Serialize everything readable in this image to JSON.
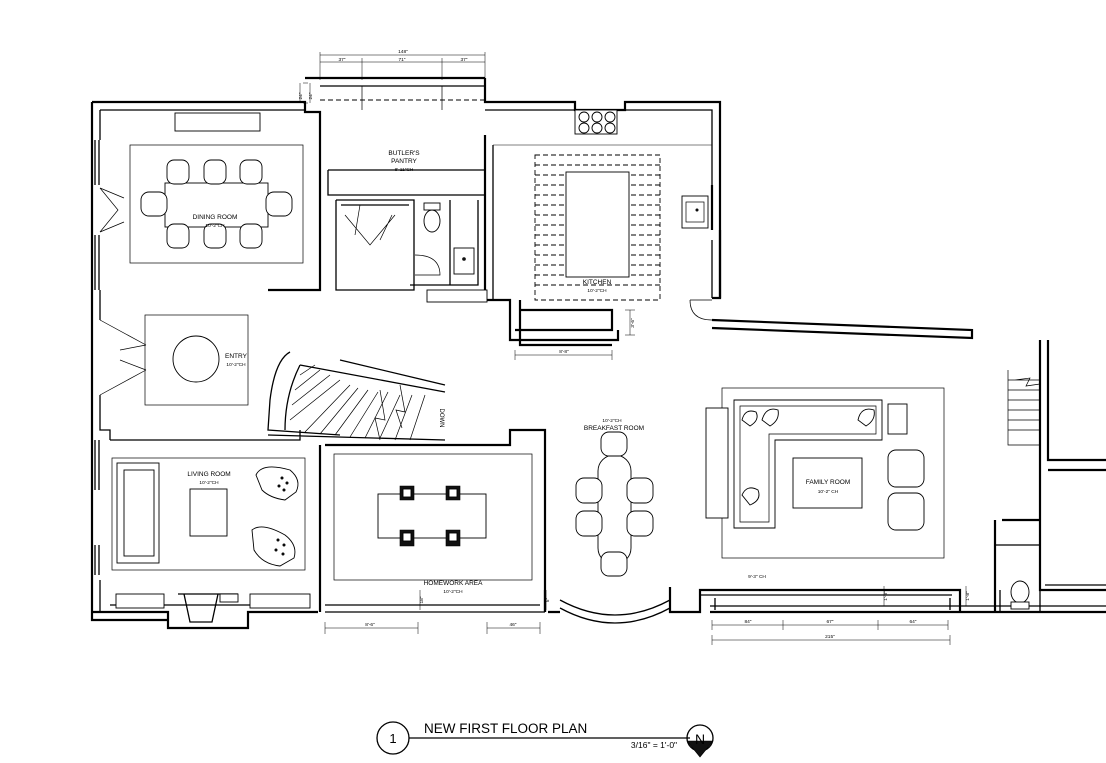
{
  "title": {
    "number": "1",
    "text": "NEW FIRST FLOOR PLAN",
    "scale": "3/16\" = 1'-0\"",
    "north": "N"
  },
  "rooms": {
    "dining": {
      "name": "DINING ROOM",
      "ceiling": "10'-2\"CH"
    },
    "pantry": {
      "name_line1": "BUTLER'S",
      "name_line2": "PANTRY",
      "ceiling": "8'-11\"CH"
    },
    "kitchen": {
      "name": "KITCHEN",
      "ceiling": "10'-2\"CH"
    },
    "entry": {
      "name": "ENTRY",
      "ceiling": "10'-2\"CH"
    },
    "breakfast": {
      "ceiling": "10'-2\"CH",
      "name": "BREAKFAST ROOM"
    },
    "family": {
      "name": "FAMILY ROOM",
      "ceiling": "10'-2\" CH"
    },
    "living": {
      "name": "LIVING ROOM",
      "ceiling": "10'-2\"CH"
    },
    "homework": {
      "name": "HOMEWORK AREA",
      "ceiling": "10'-2\"CH"
    },
    "rear_ceiling": "9'-3\" CH"
  },
  "stair_label": "DOWN",
  "dimensions": {
    "top_overall": "148\"",
    "top_left": "37\"",
    "top_mid": "71\"",
    "top_right": "37\"",
    "top_side_a": "24\"",
    "top_side_b": "24\"",
    "island_width": "8'-8\"",
    "island_side": "3'-6\"",
    "homework_left": "8'-6\"",
    "homework_right": "46\"",
    "homework_side_a": "18\"",
    "homework_side_b": "5\"",
    "window_a": "84\"",
    "window_b": "67\"",
    "window_c": "64\"",
    "window_overall": "215\"",
    "window_side_a": "1'-8\"",
    "window_side_b": "1'-8\""
  }
}
